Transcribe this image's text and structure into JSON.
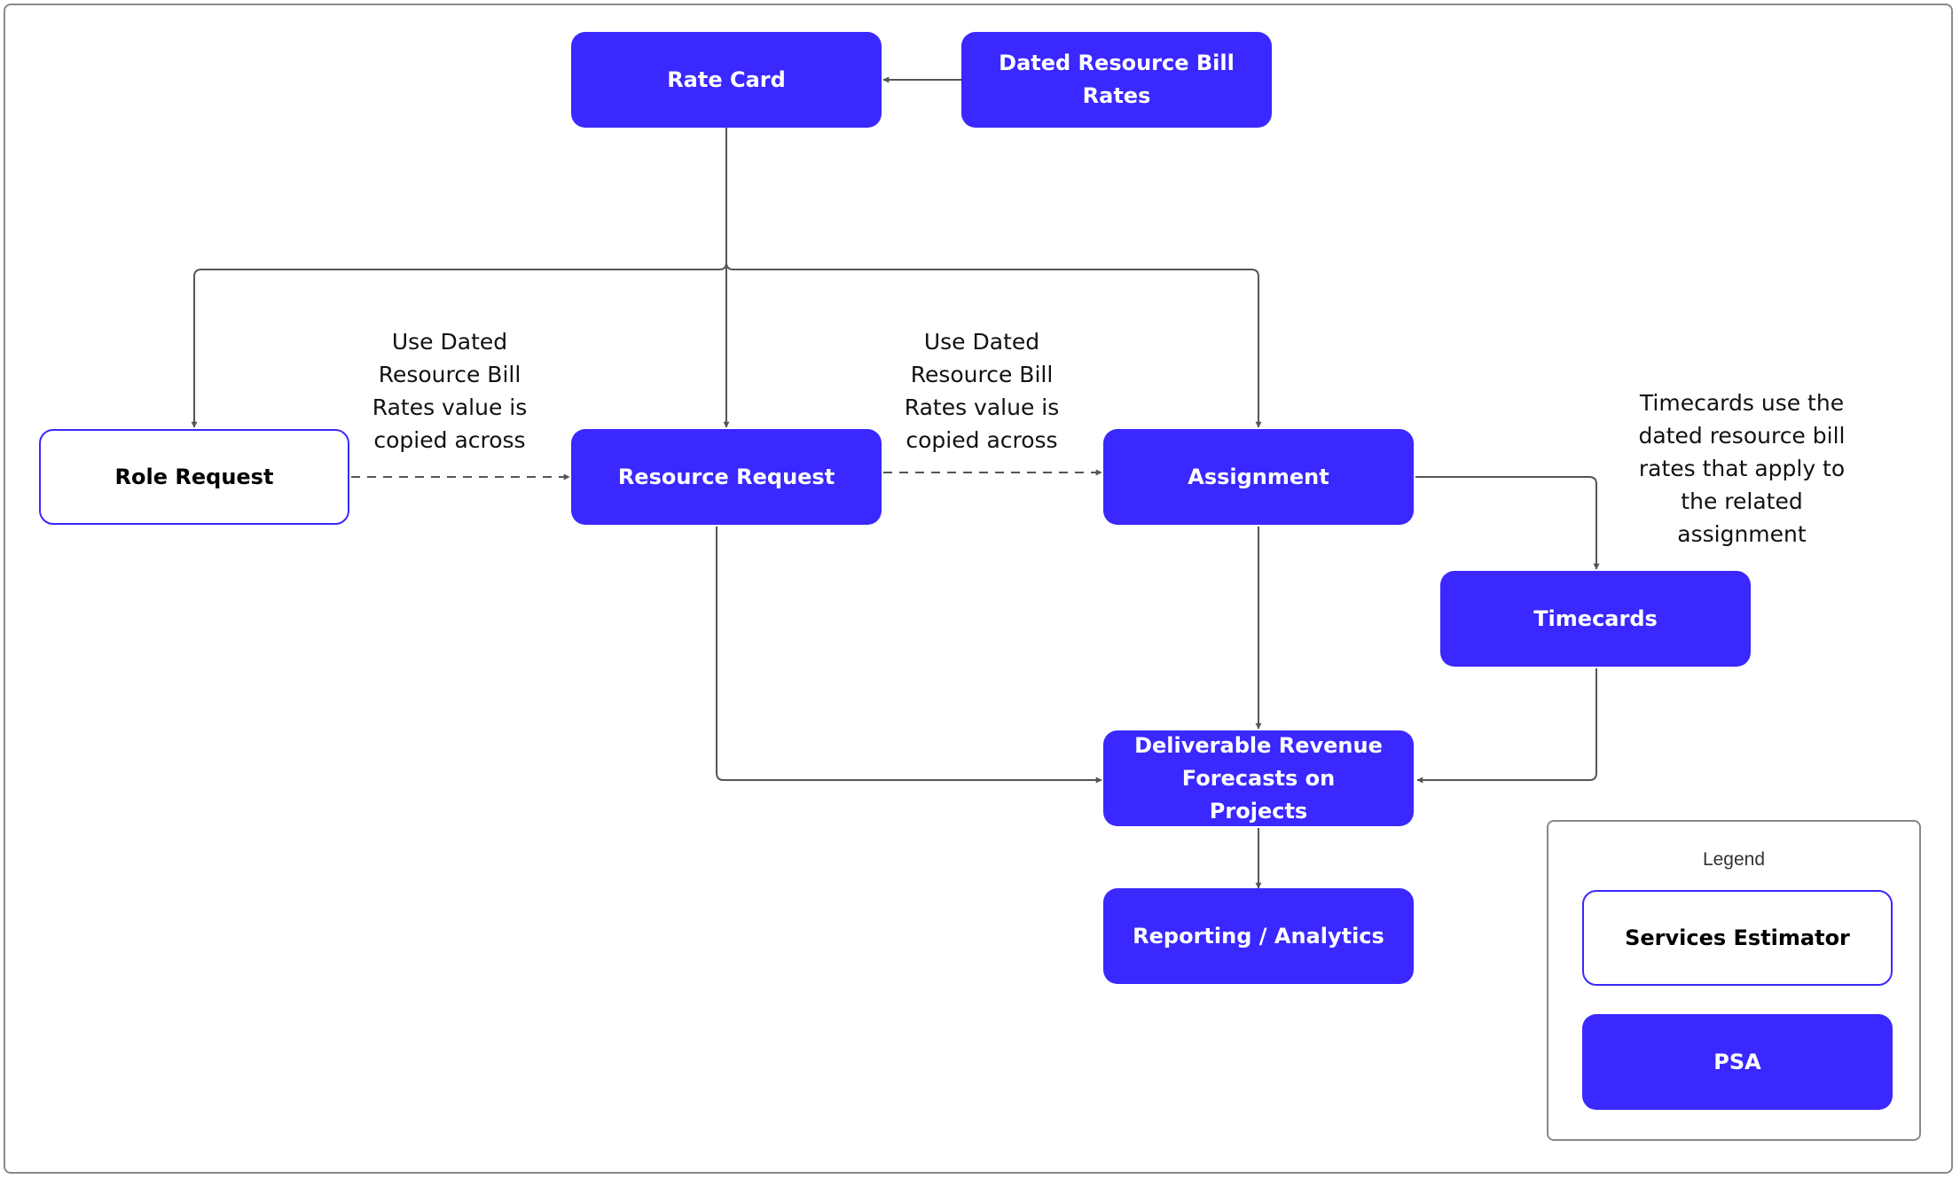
{
  "nodes": {
    "rate_card": "Rate Card",
    "dated_bill_rates": "Dated Resource Bill Rates",
    "role_request": "Role Request",
    "resource_request": "Resource Request",
    "assignment": "Assignment",
    "timecards": "Timecards",
    "revenue_forecasts": "Deliverable Revenue Forecasts on Projects",
    "reporting": "Reporting / Analytics"
  },
  "notes": {
    "role_to_resource": "Use Dated Resource Bill Rates value is copied across",
    "resource_to_assignment": "Use Dated Resource Bill Rates value is copied across",
    "timecards": "Timecards use the dated resource bill rates that apply to the related assignment"
  },
  "legend": {
    "title": "Legend",
    "services_estimator": "Services Estimator",
    "psa": "PSA"
  },
  "colors": {
    "psa_fill": "#3a28ff",
    "estimator_border": "#3a28ff",
    "connector": "#555555"
  }
}
